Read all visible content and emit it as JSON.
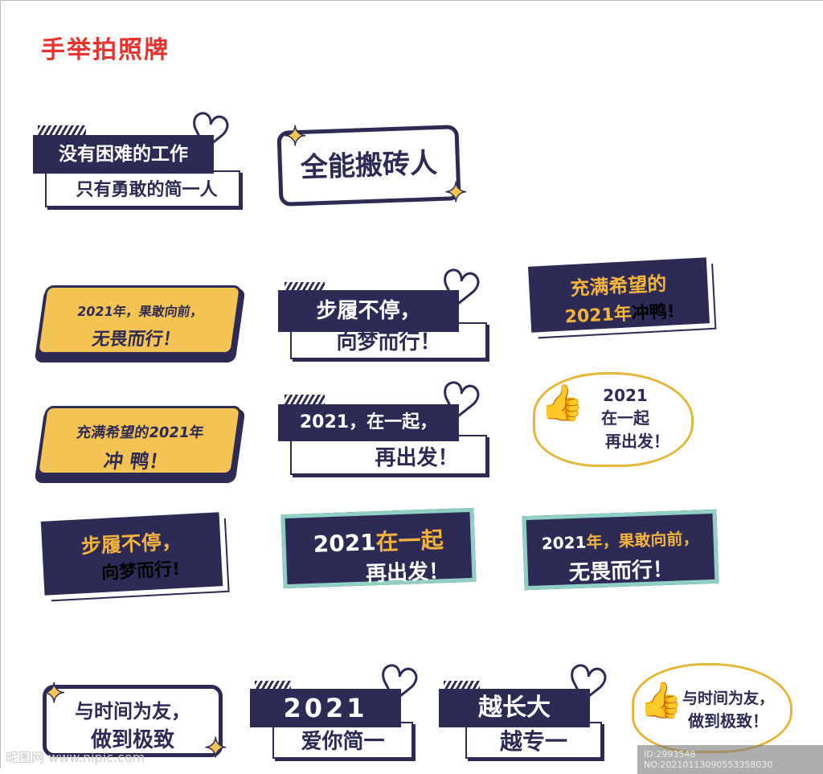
{
  "title": "手举拍照牌",
  "signs": {
    "s1": {
      "line1": "没有困难的工作",
      "line2": "只有勇敢的简一人"
    },
    "s2": {
      "line1": "全能搬砖人"
    },
    "s3": {
      "line1": "2021年，果敢向前，",
      "line2": "无畏而行！"
    },
    "s4": {
      "line1": "步履不停，",
      "line2": "向梦而行！"
    },
    "s5": {
      "line1": "充满希望的",
      "line2a": "2021年",
      "line2b": "冲鸭!"
    },
    "s6": {
      "line1": "充满希望的2021年",
      "line2": "冲 鸭！"
    },
    "s7": {
      "line1": "2021，在一起，",
      "line2": "再出发！"
    },
    "s8": {
      "line1": "2021",
      "line2": "在一起",
      "line3": "再出发！"
    },
    "s9": {
      "line1": "步履不停，",
      "line2": "向梦而行!"
    },
    "s10": {
      "line1a": "2021",
      "line1b": "在一起",
      "line2": "再出发！"
    },
    "s11": {
      "line1a": "2021",
      "line1b": "年，果敢向前，",
      "line2": "无畏而行！"
    },
    "s12": {
      "line1": "与时间为友，",
      "line2": "做到极致"
    },
    "s13": {
      "line1": "2021",
      "line2": "爱你简一"
    },
    "s14": {
      "line1": "越长大",
      "line2": "越专一"
    },
    "s15": {
      "line1": "与时间为友，",
      "line2": "做到极致！"
    }
  },
  "watermark": {
    "site": "昵图网 www.nipic.com",
    "id": "ID:2993548 NO:20210113090553358030"
  },
  "colors": {
    "navy": "#2d2b55",
    "yellow": "#f3c453",
    "teal": "#8fcfc4",
    "orange": "#f3b33d",
    "title": "#e8322d"
  }
}
